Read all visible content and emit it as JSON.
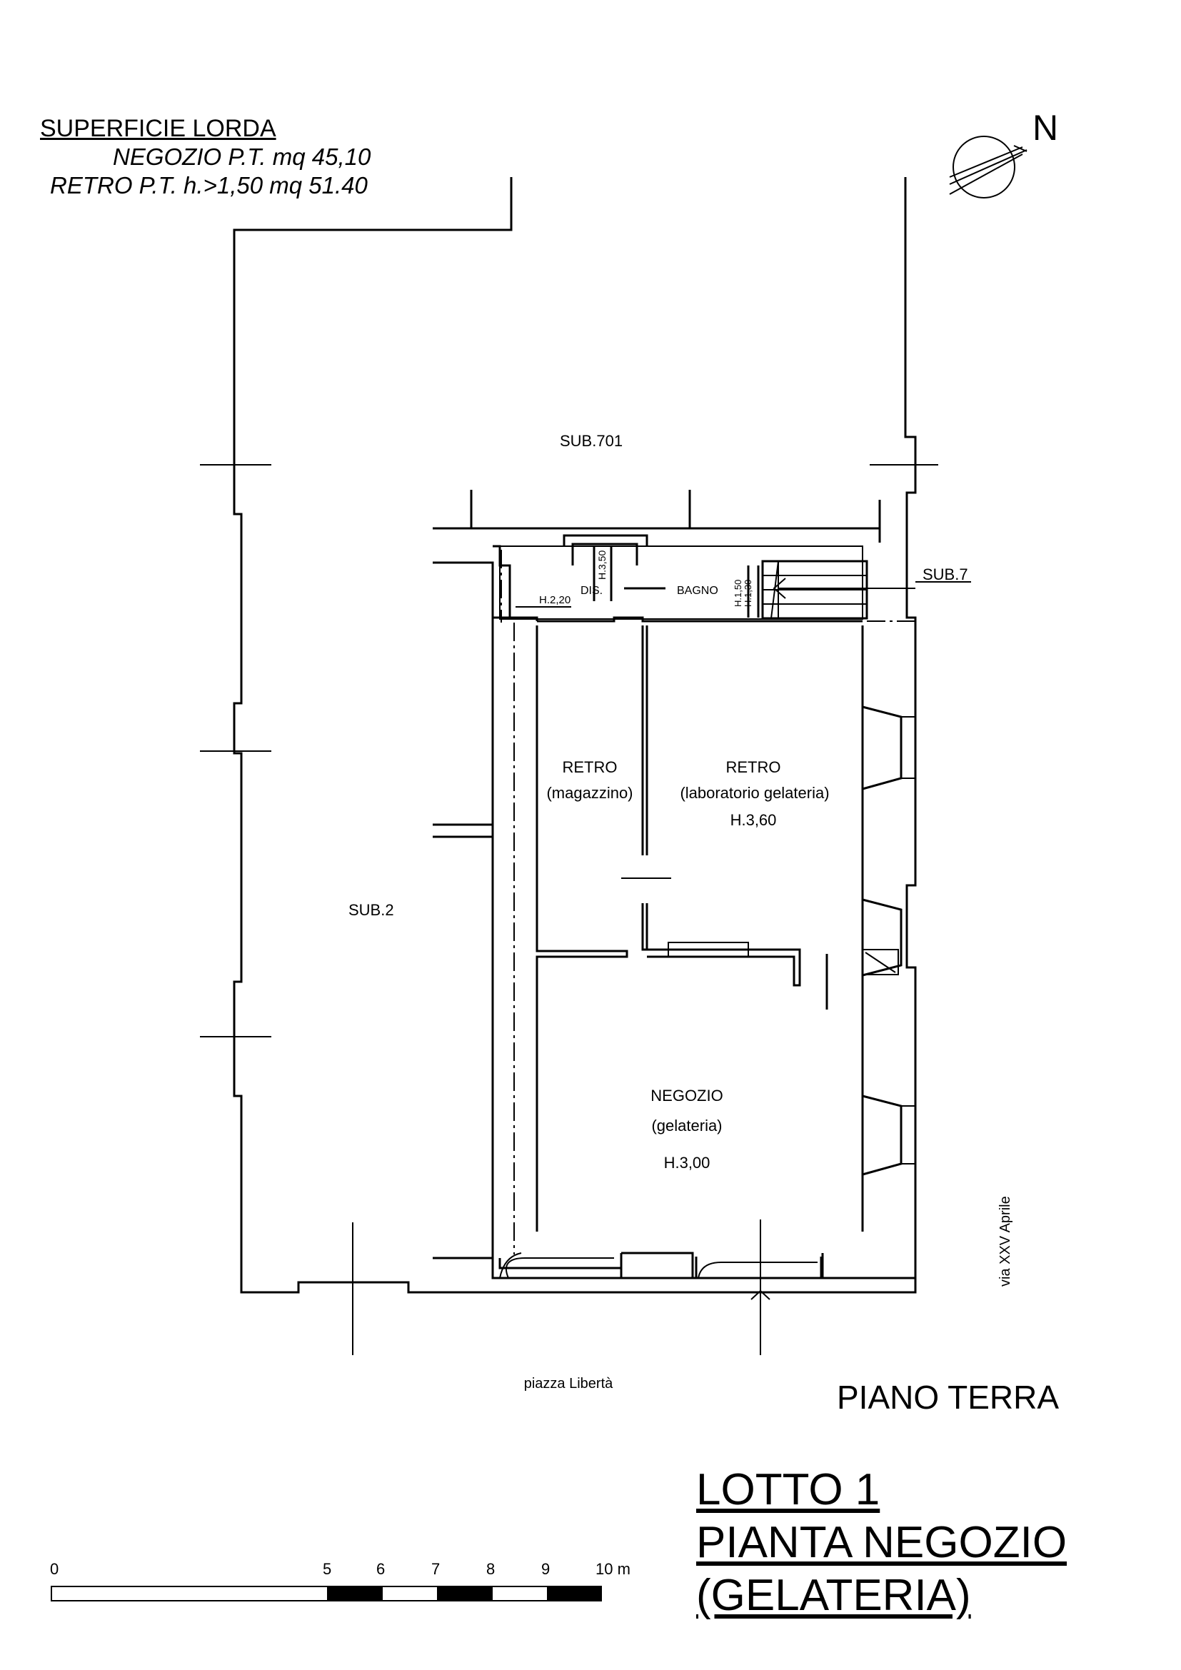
{
  "surface": {
    "heading": "SUPERFICIE LORDA",
    "line1": "NEGOZIO P.T. mq 45,10",
    "line2": "RETRO P.T. h.>1,50 mq 51.40"
  },
  "north_label": "N",
  "labels": {
    "sub701": "SUB.701",
    "sub7": "SUB.7",
    "sub2": "SUB.2",
    "dis": "DIS.",
    "bagno": "BAGNO",
    "h220": "H.2,20",
    "h350": "H.3,50",
    "h150": "H.1,50",
    "h130": "H.1,30",
    "retro1": "RETRO",
    "retro1_sub": "(magazzino)",
    "retro2": "RETRO",
    "retro2_sub": "(laboratorio gelateria)",
    "retro2_h": "H.3,60",
    "negozio": "NEGOZIO",
    "negozio_sub": "(gelateria)",
    "negozio_h": "H.3,00",
    "via": "via XXV Aprile",
    "piazza": "piazza Libertà"
  },
  "floor_label": "PIANO TERRA",
  "title": {
    "line1": "LOTTO 1",
    "line2": "PIANTA NEGOZIO",
    "line3": "(GELATERIA)"
  },
  "scale": {
    "ticks": [
      "0",
      "5",
      "6",
      "7",
      "8",
      "9",
      "10 m"
    ]
  }
}
